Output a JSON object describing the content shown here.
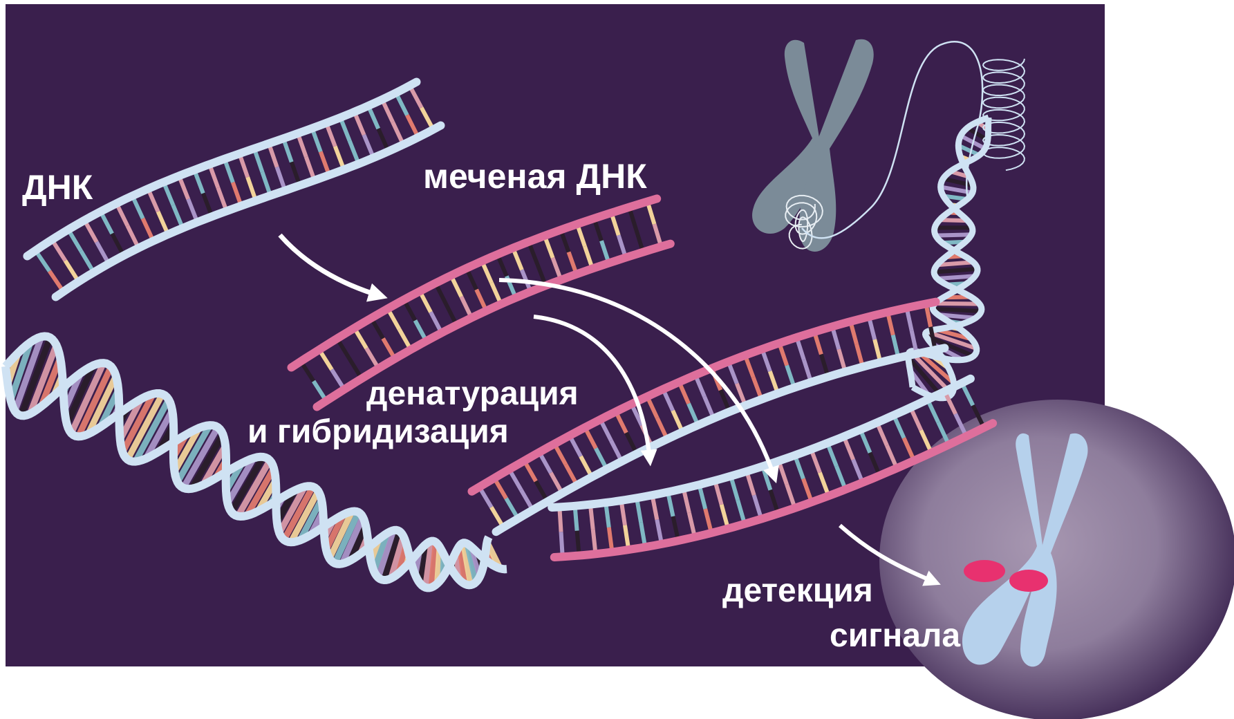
{
  "labels": {
    "dna": "ДНК",
    "labeled_dna": "меченая ДНК",
    "denaturation_line1": "денатурация",
    "denaturation_line2": "и гибридизация",
    "detection_line1": "детекция",
    "detection_line2": "сигнала"
  },
  "colors": {
    "background": "#3a1f4d",
    "backbone": "#cfe2f3",
    "labeled_backbone": "#de6f9c",
    "chromosome_gray": "#7b8b98",
    "chromosome_blue": "#b6d1ec",
    "signal": "#e8316f",
    "nucleus": "#9a8aa6",
    "text": "#ffffff"
  },
  "base_colors": [
    "#e07a6e",
    "#f2d39a",
    "#7fb8c4",
    "#a994c8",
    "#2a1d2b",
    "#d99aa8"
  ]
}
